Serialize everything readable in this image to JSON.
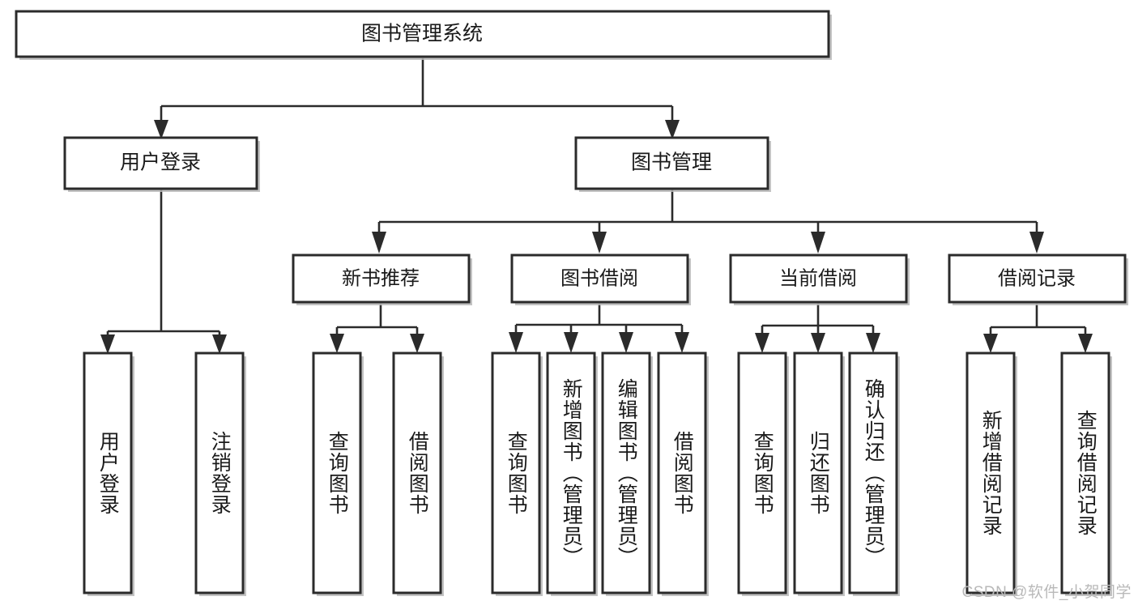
{
  "diagram": {
    "type": "tree",
    "title": "图书管理系统",
    "watermark": "CSDN @软件_小贺同学",
    "colors": {
      "box_stroke": "#2b2b2b",
      "box_fill": "#ffffff",
      "connector": "#2b2b2b",
      "text": "#1a1a1a",
      "watermark": "#b9b9b9"
    },
    "levels": {
      "root": {
        "label": "图书管理系统"
      },
      "level2": [
        {
          "label": "用户登录"
        },
        {
          "label": "图书管理"
        }
      ],
      "level3": [
        {
          "label": "新书推荐"
        },
        {
          "label": "图书借阅"
        },
        {
          "label": "当前借阅"
        },
        {
          "label": "借阅记录"
        }
      ],
      "leaves": {
        "user_login": [
          {
            "label": "用户登录"
          },
          {
            "label": "注销登录"
          }
        ],
        "new_book_recommend": [
          {
            "label": "查询图书"
          },
          {
            "label": "借阅图书"
          }
        ],
        "book_borrow": [
          {
            "label": "查询图书"
          },
          {
            "label": "新增图书（管理员）"
          },
          {
            "label": "编辑图书（管理员）"
          },
          {
            "label": "借阅图书"
          }
        ],
        "current_borrow": [
          {
            "label": "查询图书"
          },
          {
            "label": "归还图书"
          },
          {
            "label": "确认归还（管理员）"
          }
        ],
        "borrow_record": [
          {
            "label": "新增借阅记录"
          },
          {
            "label": "查询借阅记录"
          }
        ]
      }
    }
  }
}
